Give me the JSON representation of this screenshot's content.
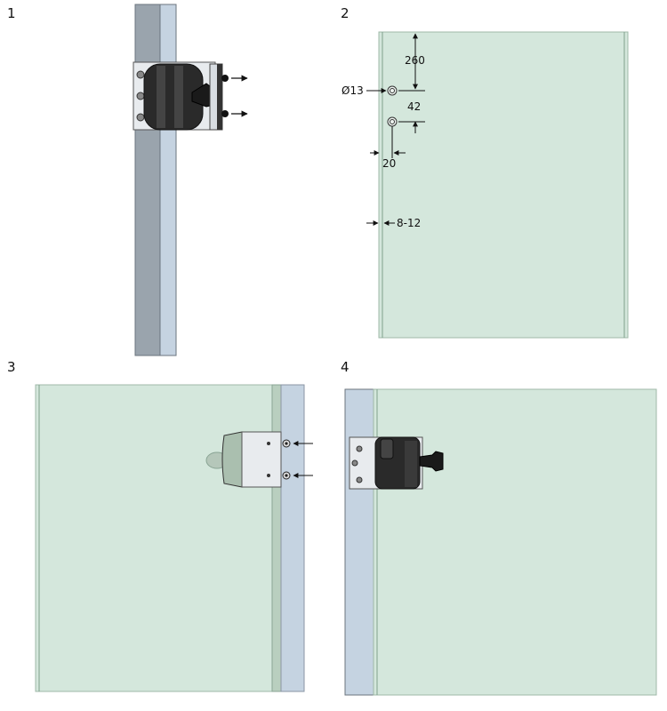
{
  "panels": {
    "p1": {
      "number": "1"
    },
    "p2": {
      "number": "2"
    },
    "p3": {
      "number": "3"
    },
    "p4": {
      "number": "4"
    }
  },
  "dimensions": {
    "top_offset": "260",
    "hole_spacing": "42",
    "hole_diameter": "Ø13",
    "edge_offset": "20",
    "gap": "8-12"
  },
  "colors": {
    "glass": "#d4e7dc",
    "glass_edge": "#9fb8a8",
    "frame_steel": "#9aa4ad",
    "frame_light": "#c5d3e1",
    "lock_body": "#2a2a2a",
    "bracket": "#e8ebee"
  }
}
